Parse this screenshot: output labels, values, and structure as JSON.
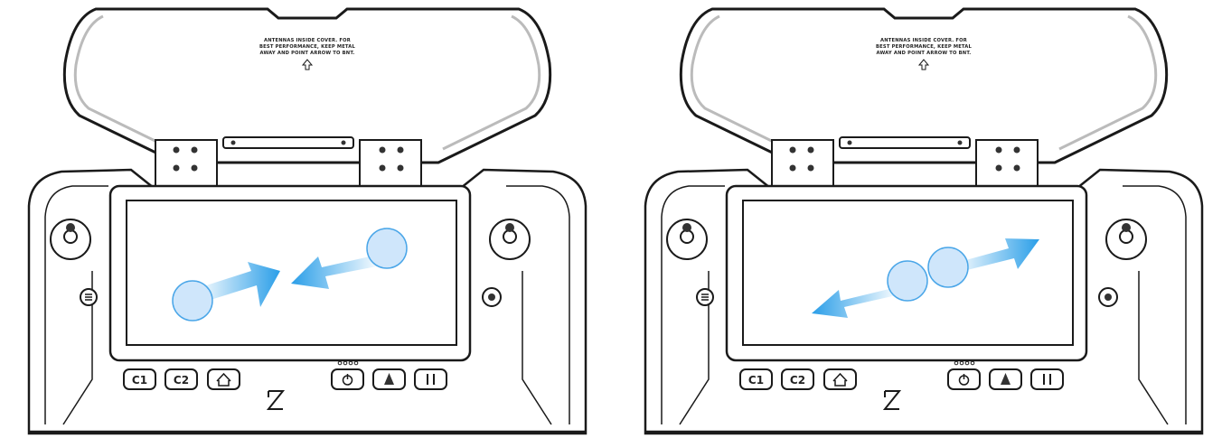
{
  "cover_text": {
    "line1": "ANTENNAS INSIDE COVER. FOR",
    "line2": "BEST PERFORMANCE, KEEP METAL",
    "line3": "AWAY AND POINT ARROW TO BNT."
  },
  "buttons": {
    "c1": "C1",
    "c2": "C2"
  },
  "icons": [
    "up-arrow-icon",
    "home-icon",
    "power-icon",
    "takeoff-icon",
    "pause-icon",
    "menu-icon",
    "settings-icon",
    "logo-icon"
  ],
  "gestures": {
    "left": "pinch-in",
    "right": "pinch-out"
  },
  "colors": {
    "outline": "#1a1a1a",
    "arrow": "#2a9ee8",
    "touch": "#cfe6fb",
    "touch_stroke": "#4aa6e8"
  }
}
